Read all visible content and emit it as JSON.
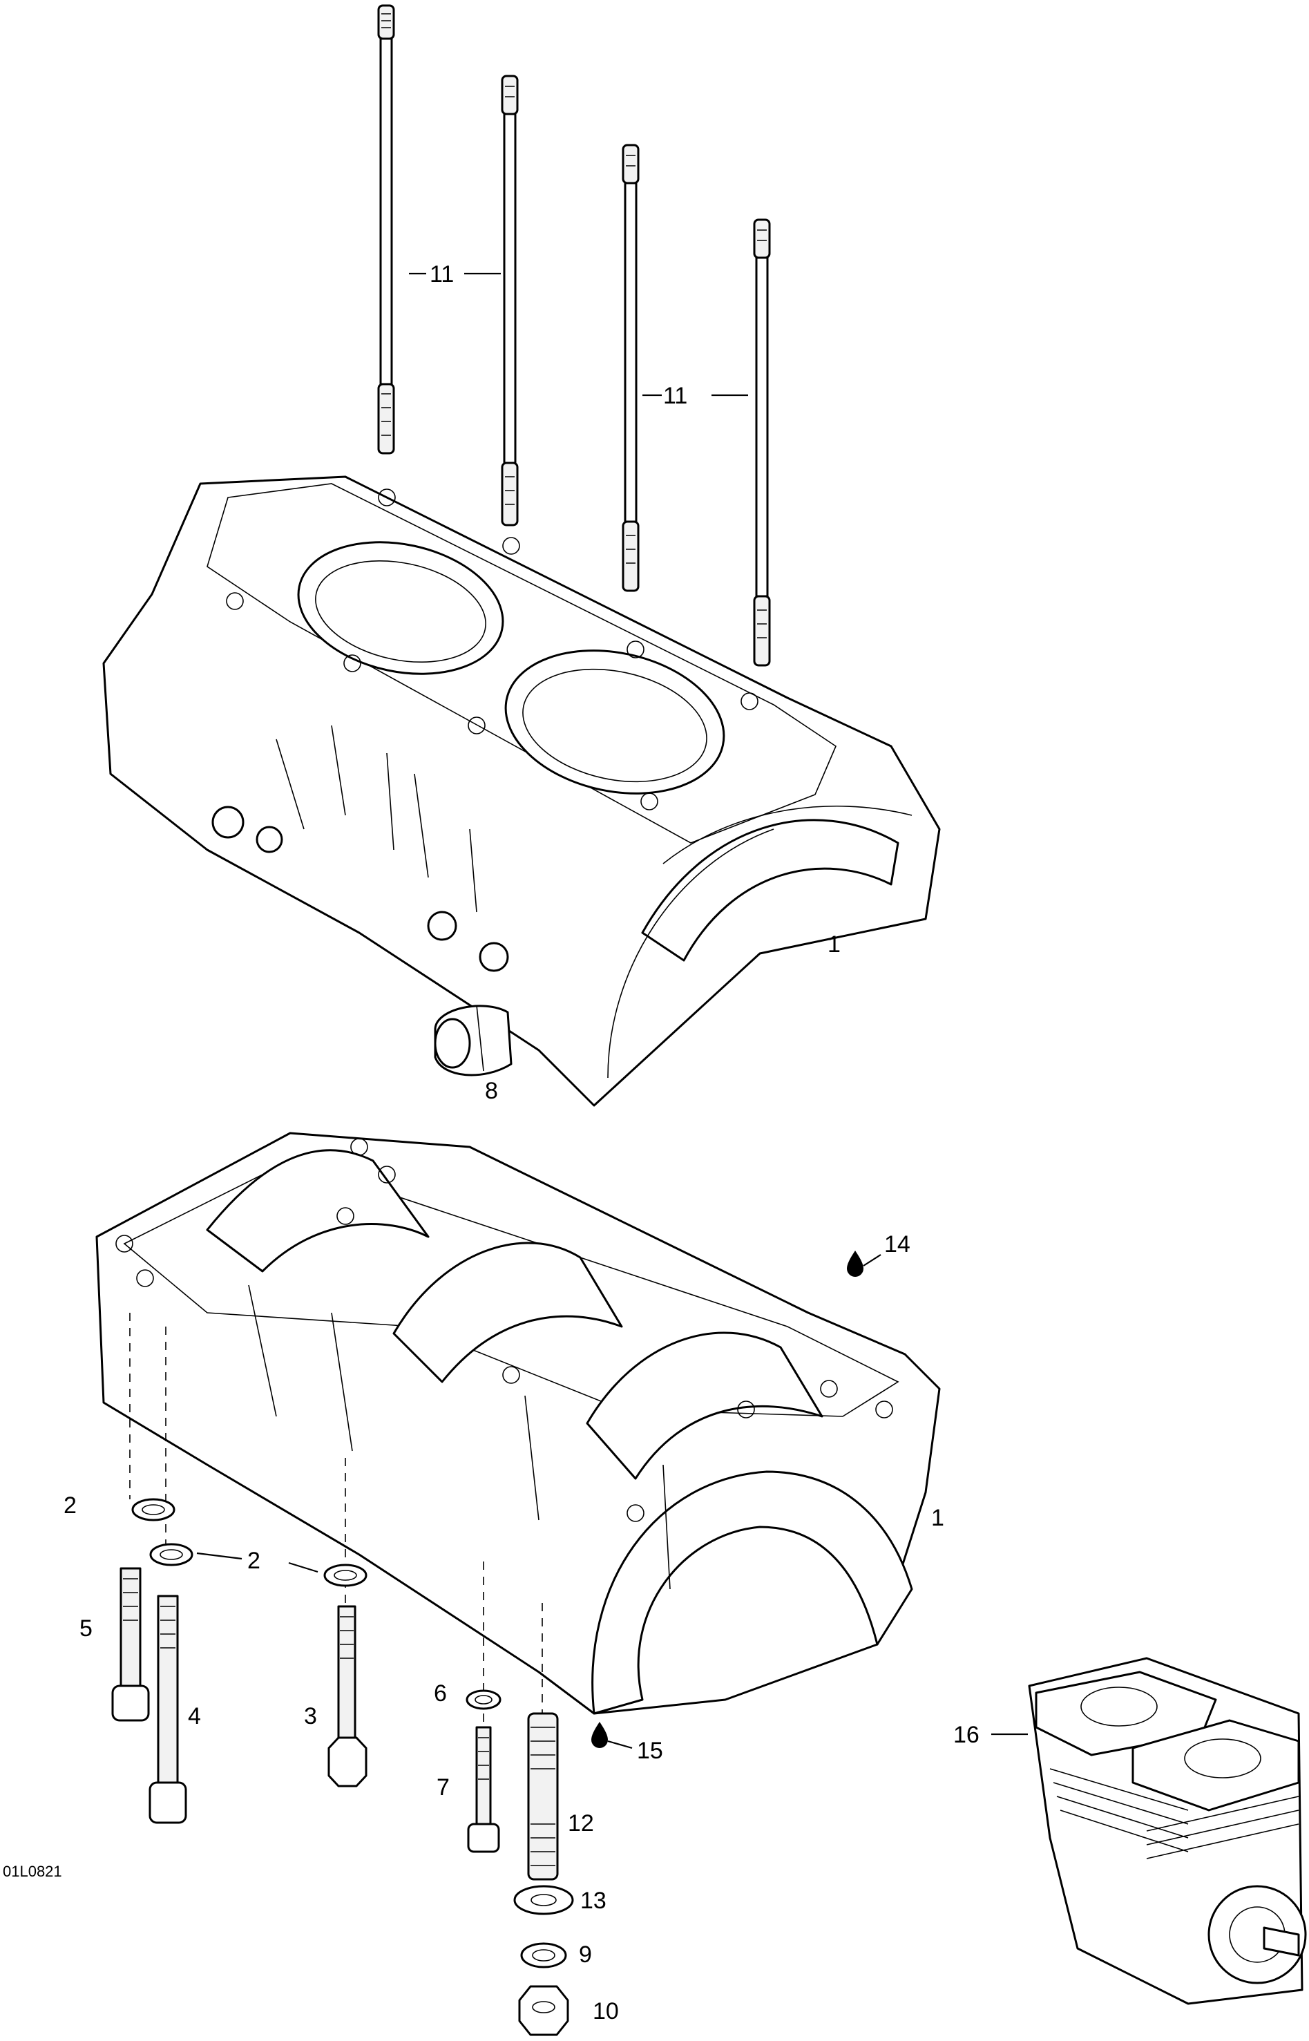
{
  "diagram": {
    "drawing_code": "01L0821",
    "callouts": [
      {
        "id": "c11a",
        "label": "11"
      },
      {
        "id": "c11b",
        "label": "11"
      },
      {
        "id": "c1a",
        "label": "1"
      },
      {
        "id": "c8",
        "label": "8"
      },
      {
        "id": "c14",
        "label": "14"
      },
      {
        "id": "c1b",
        "label": "1"
      },
      {
        "id": "c2a",
        "label": "2"
      },
      {
        "id": "c2b",
        "label": "2"
      },
      {
        "id": "c5",
        "label": "5"
      },
      {
        "id": "c4",
        "label": "4"
      },
      {
        "id": "c3",
        "label": "3"
      },
      {
        "id": "c6",
        "label": "6"
      },
      {
        "id": "c7",
        "label": "7"
      },
      {
        "id": "c12",
        "label": "12"
      },
      {
        "id": "c15",
        "label": "15"
      },
      {
        "id": "c13",
        "label": "13"
      },
      {
        "id": "c9",
        "label": "9"
      },
      {
        "id": "c10",
        "label": "10"
      },
      {
        "id": "c16",
        "label": "16"
      }
    ]
  }
}
